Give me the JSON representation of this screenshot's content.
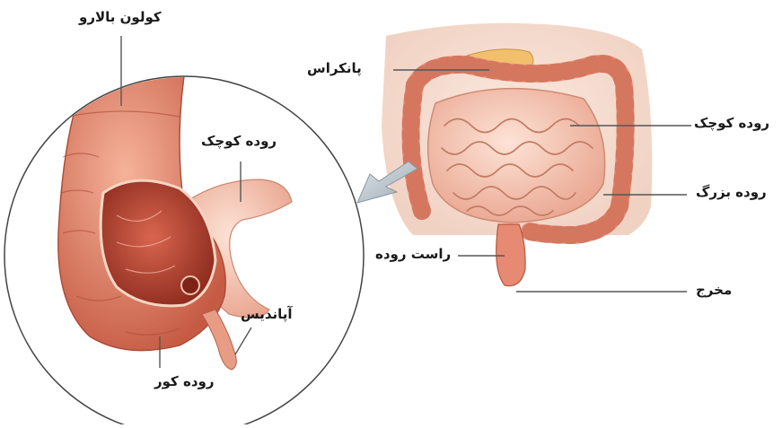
{
  "labels": {
    "colon_ascending": "کولون بالارو",
    "pancreas": "پانکراس",
    "small_intestine_zoom": "روده کوچک",
    "small_intestine": "روده کوچک",
    "large_intestine": "روده بزرگ",
    "rectum": "راست روده",
    "anus": "مخرج",
    "appendix": "آپاندیس",
    "cecum": "روده کور"
  }
}
